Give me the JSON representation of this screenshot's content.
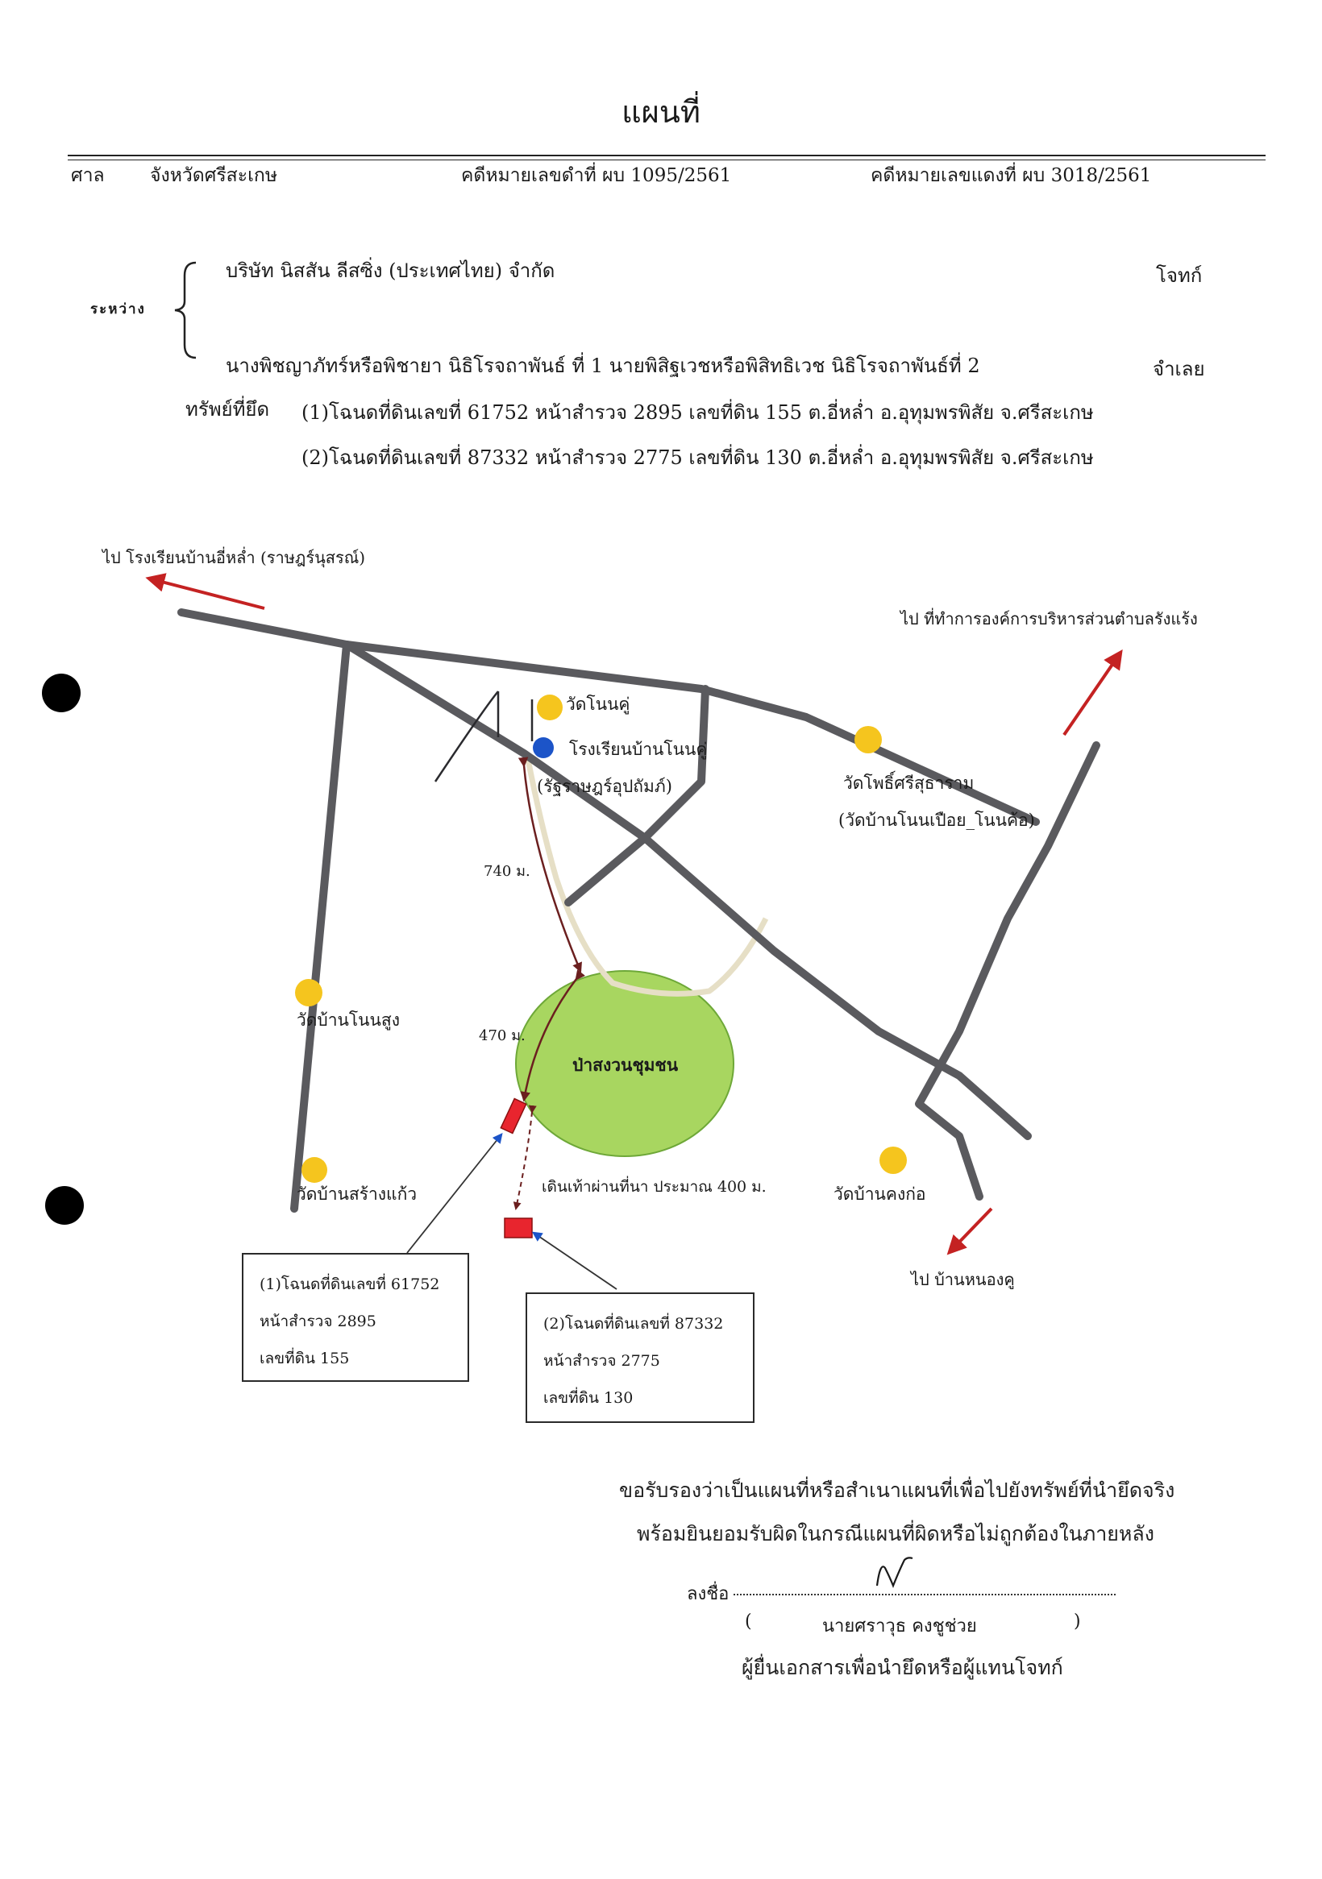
{
  "doc": {
    "title": "แผนที่",
    "court_label": "ศาล",
    "court": "จังหวัดศรีสะเกษ",
    "black_case": "คดีหมายเลขดำที่ ผบ 1095/2561",
    "red_case": "คดีหมายเลขแดงที่ ผบ 3018/2561",
    "between_label": "ระหว่าง",
    "plaintiff": "บริษัท นิสสัน ลีสซิ่ง (ประเทศไทย) จำกัด",
    "plaintiff_role": "โจทก์",
    "defendants": "นางพิชญาภัทร์หรือพิชายา นิธิโรจถาพันธ์ ที่ 1 นายพิสิฐเวชหรือพิสิทธิเวช นิธิโรจถาพันธ์ที่ 2",
    "defendant_role": "จำเลย",
    "seized_label": "ทรัพย์ที่ยึด",
    "property_1": "(1)โฉนดที่ดินเลขที่ 61752 หน้าสำรวจ 2895 เลขที่ดิน 155 ต.อี่หล่ำ อ.อุทุมพรพิสัย จ.ศรีสะเกษ",
    "property_2": "(2)โฉนดที่ดินเลขที่ 87332 หน้าสำรวจ 2775 เลขที่ดิน 130 ต.อี่หล่ำ อ.อุทุมพรพิสัย จ.ศรีสะเกษ"
  },
  "map": {
    "dir_nw": "ไป โรงเรียนบ้านอี่หล่ำ (ราษฎร์นุสรณ์)",
    "dir_ne": "ไป ที่ทำการองค์การบริหารส่วนตำบลรังแร้ง",
    "dir_se": "ไป บ้านหนองคู",
    "wat_nonku": "วัดโนนคู่",
    "school_line1": "โรงเรียนบ้านโนนคู่",
    "school_line2": "(รัฐราษฎร์อุปถัมภ์)",
    "wat_pho_line1": "วัดโพธิ์ศรีสุธาราม",
    "wat_pho_line2": "(วัดบ้านโนนเปือย_โนนค้อ)",
    "dist_740": "740 ม.",
    "dist_470": "470 ม.",
    "forest": "ป่าสงวนชุมชน",
    "wat_nonsung": "วัดบ้านโนนสูง",
    "wat_sangkaew": "วัดบ้านสร้างแก้ว",
    "walk_note": "เดินเท้าผ่านที่นา ประมาณ 400 ม.",
    "wat_khongkho": "วัดบ้านคงก่อ",
    "box1": [
      "(1)โฉนดที่ดินเลขที่ 61752",
      "หน้าสำรวจ 2895",
      "เลขที่ดิน 155"
    ],
    "box2": [
      "(2)โฉนดที่ดินเลขที่ 87332",
      "หน้าสำรวจ 2775",
      "เลขที่ดิน 130"
    ]
  },
  "certify": {
    "line1": "ขอรับรองว่าเป็นแผนที่หรือสำเนาแผนที่เพื่อไปยังทรัพย์ที่นำยึดจริง",
    "line2": "พร้อมยินยอมรับผิดในกรณีแผนที่ผิดหรือไม่ถูกต้องในภายหลัง",
    "sign_label": "ลงชื่อ",
    "signer_open": "(",
    "signer_name": "นายศราวุธ คงชูช่วย",
    "signer_close": ")",
    "signer_role": "ผู้ยื่นเอกสารเพื่อนำยึดหรือผู้แทนโจทก์"
  },
  "colors": {
    "road": "#5a5a5e",
    "temple_dot": "#f5c51e",
    "school_dot": "#1c54c8",
    "forest": "#a8d660",
    "parcel": "#e8252e",
    "arrow": "#c42222",
    "path": "#e6dfc6"
  }
}
